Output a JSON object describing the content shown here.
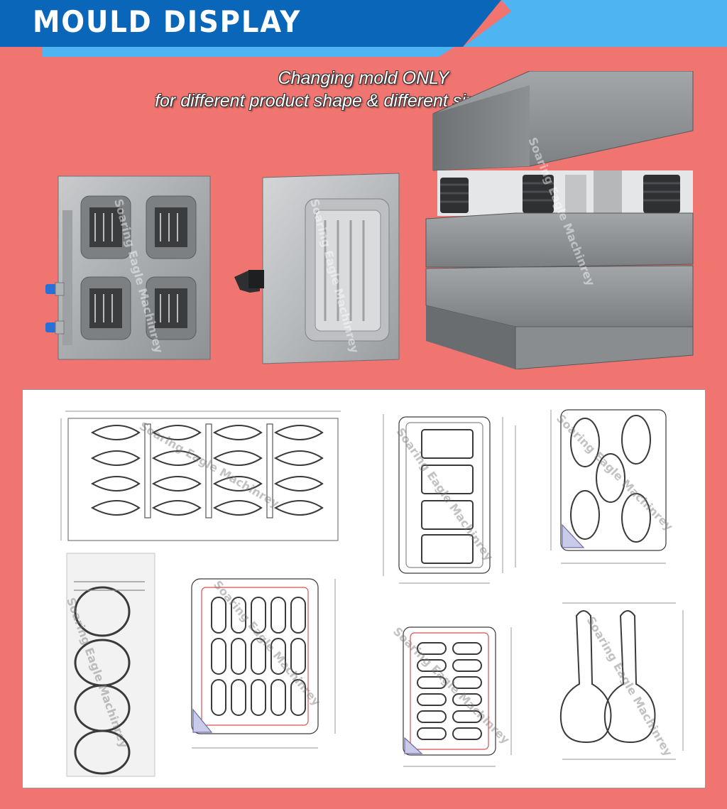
{
  "header": {
    "title": "MOULD DISPLAY",
    "colors": {
      "dark_blue": "#0a66b8",
      "light_blue": "#4fb4f2",
      "background": "#f07470"
    }
  },
  "subtitle": {
    "line1": "Changing mold ONLY",
    "line2": "for different product shape & different size production"
  },
  "photos": [
    {
      "name": "four-cavity-mold-plate"
    },
    {
      "name": "single-cavity-mold-with-fitting"
    },
    {
      "name": "assembled-spring-mold-set"
    }
  ],
  "watermark": "Soaring Eagle Machinrey",
  "drawings": [
    {
      "name": "spoon-array-drawing"
    },
    {
      "name": "rectangle-tray-drawing"
    },
    {
      "name": "oval-five-cavity-drawing"
    },
    {
      "name": "egg-shape-drawing"
    },
    {
      "name": "oval-grid-drawing"
    },
    {
      "name": "oval-two-column-drawing"
    },
    {
      "name": "spoon-pair-drawing"
    }
  ]
}
